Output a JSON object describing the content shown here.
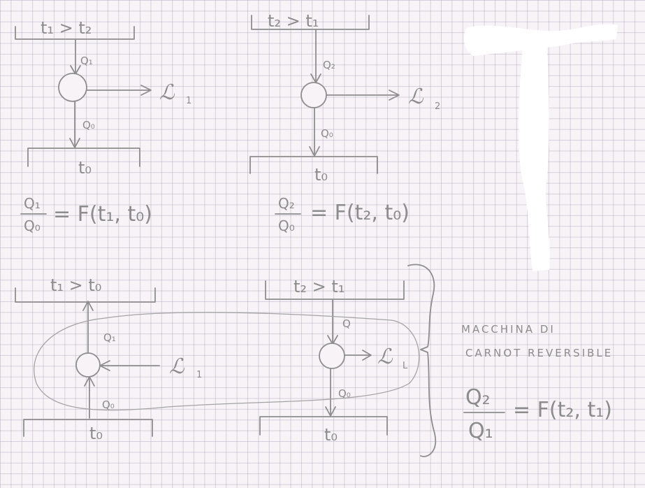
{
  "diagram_1": {
    "hot_reservoir": "t₁ > t₂",
    "heat_in": "Q₁",
    "work": "ℒ",
    "work_sub": "1",
    "heat_out": "Q₀",
    "cold_reservoir": "t₀",
    "formula_num": "Q₁",
    "formula_den": "Q₀",
    "formula_rhs": "= F(t₁, t₀)"
  },
  "diagram_2": {
    "hot_reservoir": "t₂ > t₁",
    "heat_in": "Q₂",
    "work": "ℒ",
    "work_sub": "2",
    "heat_out": "Q₀",
    "cold_reservoir": "t₀",
    "formula_num": "Q₂",
    "formula_den": "Q₀",
    "formula_rhs": "= F(t₂, t₀)"
  },
  "diagram_3": {
    "hot_reservoir": "t₁ > t₀",
    "heat_up": "Q₁",
    "work": "ℒ",
    "work_sub": "1",
    "heat_from_cold": "Q₀",
    "cold_reservoir": "t₀"
  },
  "diagram_4": {
    "hot_reservoir": "t₂ > t₁",
    "heat_in": "Q",
    "work": "ℒ",
    "work_sub": "L",
    "heat_out": "Q₀",
    "cold_reservoir": "t₀"
  },
  "note": {
    "line1": "MACCHINA DI",
    "line2": "CARNOT REVERSIBLE"
  },
  "final_formula": {
    "num": "Q₂",
    "den": "Q₁",
    "rhs": "= F(t₂, t₁)"
  }
}
